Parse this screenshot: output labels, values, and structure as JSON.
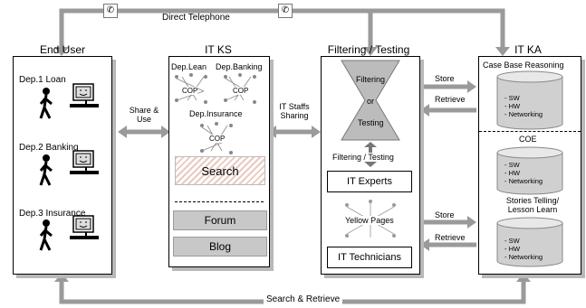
{
  "top_link": {
    "label": "Direct Telephone",
    "icon": "telephone-icon"
  },
  "bottom_link": {
    "label": "Search & Retrieve"
  },
  "columns": {
    "end_user": "End User",
    "it_ks": "IT KS",
    "filtering": "Filtering / Testing",
    "it_ka": "IT KA"
  },
  "end_user": {
    "departments": [
      "Dep.1 Loan",
      "Dep.2 Banking",
      "Dep.3 Insurance"
    ]
  },
  "links": {
    "share_use": "Share & Use",
    "it_staffs": "IT Staffs Sharing",
    "store_top": "Store",
    "retrieve_top": "Retrieve",
    "store_bottom": "Store",
    "retrieve_bottom": "Retrieve"
  },
  "it_ks": {
    "dep_lean": "Dep.Lean",
    "dep_banking": "Dep.Banking",
    "dep_insurance": "Dep.Insurance",
    "cop": "COP",
    "search": "Search",
    "forum": "Forum",
    "blog": "Blog"
  },
  "filtering": {
    "hourglass_top": "Filtering",
    "hourglass_mid": "or",
    "hourglass_bottom": "Testing",
    "filtering_testing": "Filtering / Testing",
    "it_experts": "IT Experts",
    "yellow_pages": "Yellow Pages",
    "it_technicians": "IT Technicians"
  },
  "it_ka": {
    "case_base": "Case Base Reasoning",
    "coe": "COE",
    "stories": "Stories Telling/ Lesson Learn",
    "db_items": [
      "- SW",
      "- HW",
      "- Networking"
    ]
  }
}
